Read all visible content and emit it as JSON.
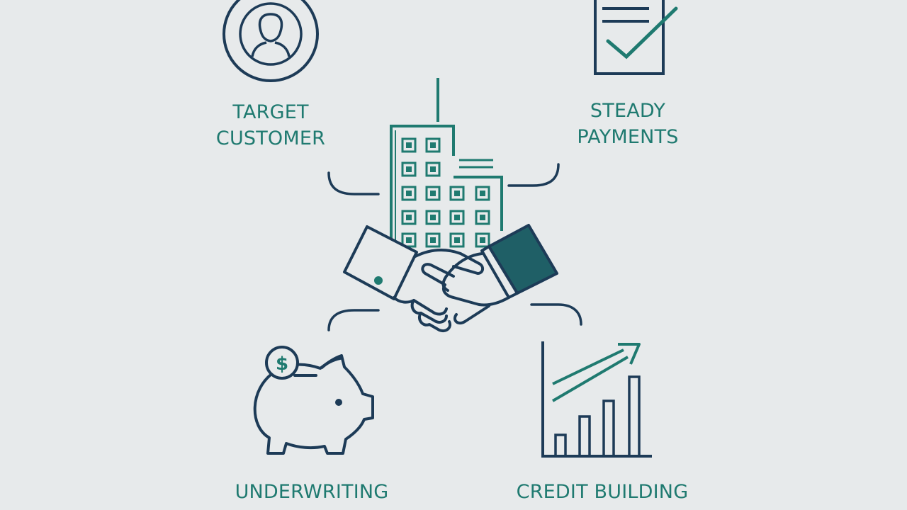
{
  "colors": {
    "background": "#e7eaeb",
    "navy": "#1d3b57",
    "teal": "#1f7a70",
    "label_teal": "#1f7a70"
  },
  "nodes": {
    "target_customer": {
      "line1": "TARGET",
      "line2": "CUSTOMER",
      "icon": "person-circle-icon"
    },
    "steady_payments": {
      "line1": "STEADY",
      "line2": "PAYMENTS",
      "icon": "checklist-document-icon"
    },
    "underwriting": {
      "label": "UNDERWRITING",
      "icon": "piggy-bank-icon"
    },
    "credit_building": {
      "label": "CREDIT BUILDING",
      "icon": "growth-bar-chart-icon"
    }
  },
  "center": {
    "icons": [
      "office-building-icon",
      "handshake-icon"
    ]
  },
  "piggy_bank_coin": {
    "symbol": "$"
  }
}
